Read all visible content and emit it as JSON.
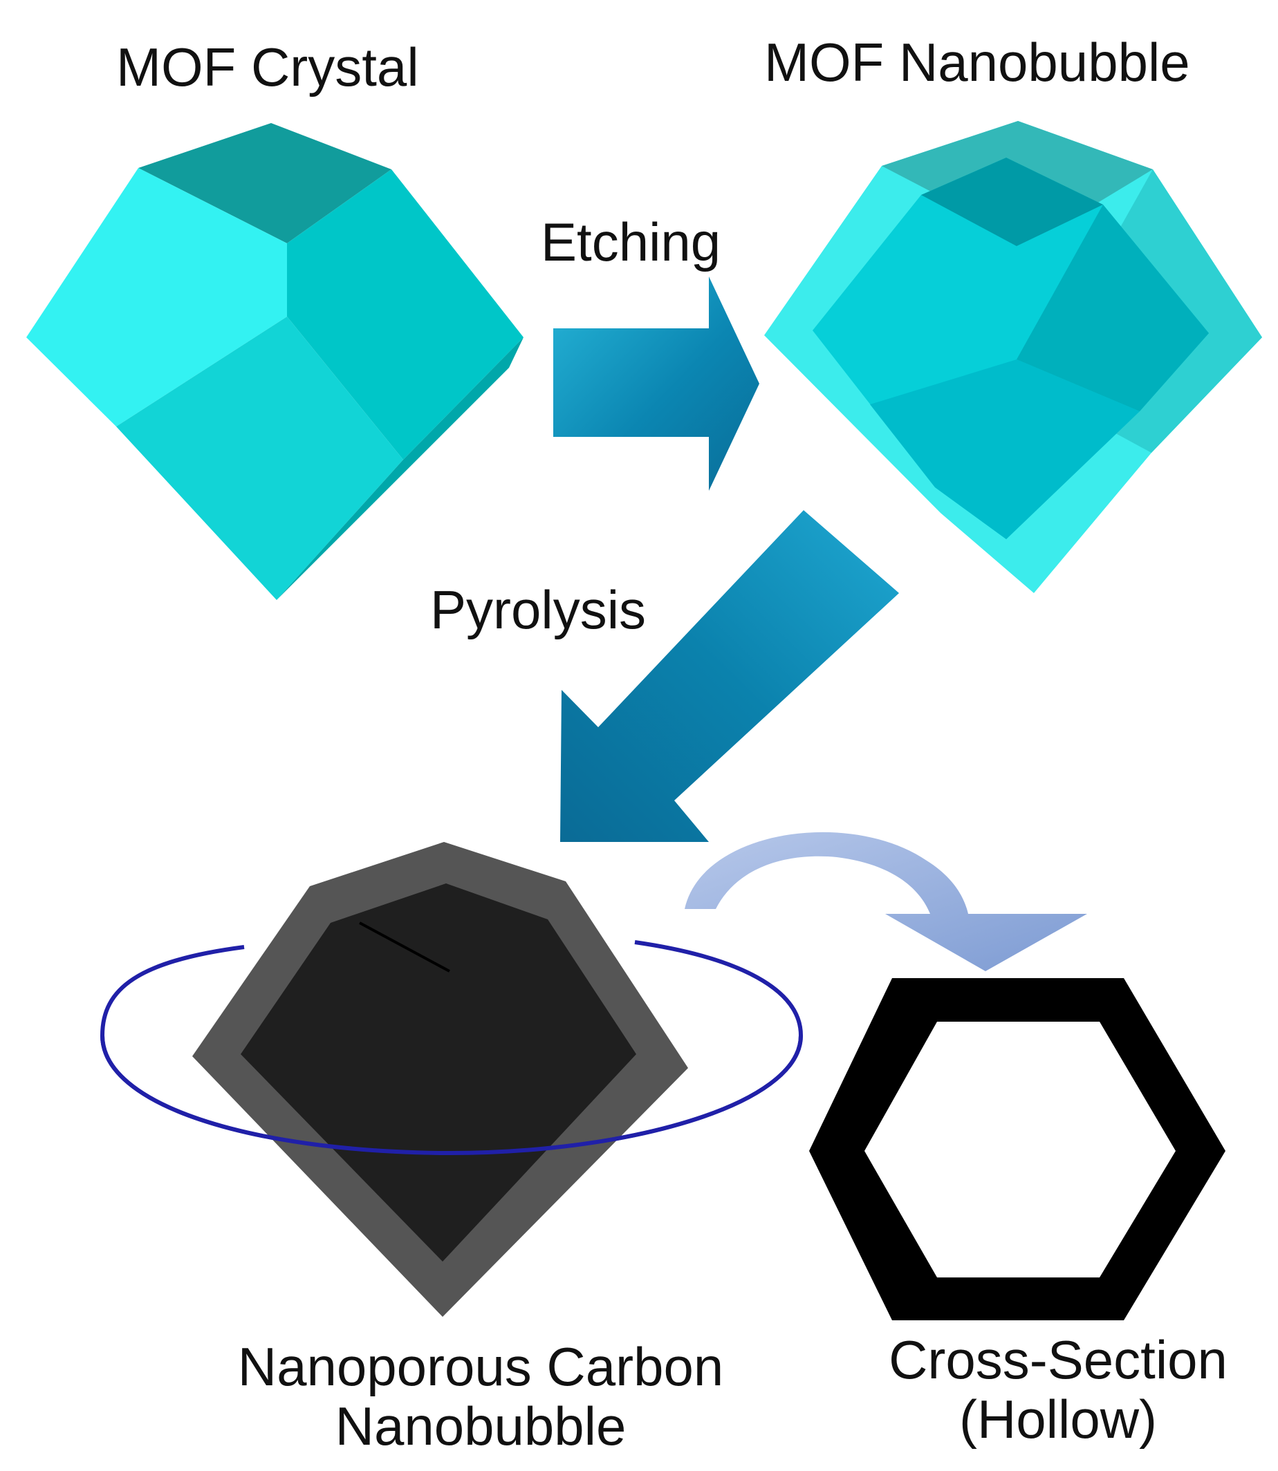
{
  "labels": {
    "mof_crystal": "MOF Crystal",
    "mof_nanobubble": "MOF Nanobubble",
    "etching": "Etching",
    "pyrolysis": "Pyrolysis",
    "carbon_line1": "Nanoporous Carbon",
    "carbon_line2": "Nanobubble",
    "cross_line1": "Cross-Section",
    "cross_line2": "(Hollow)"
  },
  "colors": {
    "crystal_light": "#33f0f0",
    "crystal_mid": "#00caca",
    "crystal_dark": "#00a6a8",
    "crystal_top": "#119c9c",
    "arrow_blue": "#0a84b0",
    "arrow_blue_light": "#1aa8d0",
    "curved_arrow": "#8eacdc",
    "carbon_outer": "#555555",
    "carbon_inner": "#1f1f1f",
    "orbit": "#2222aa",
    "hexagon": "#000000"
  }
}
